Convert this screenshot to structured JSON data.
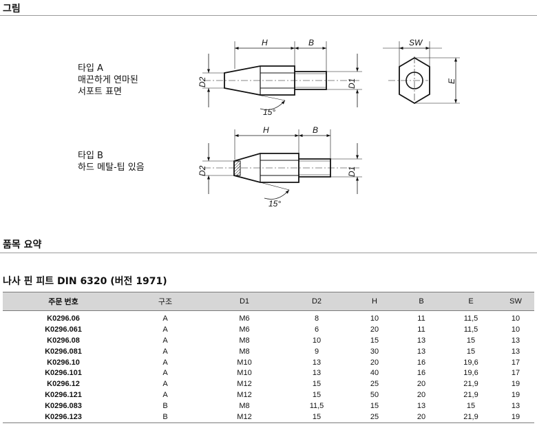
{
  "sections": {
    "drawing_title": "그림",
    "summary_title": "품목 요약"
  },
  "drawing": {
    "type_a_lines": [
      "타입 A",
      "매끈하게 연마된",
      "서포트 표면"
    ],
    "type_b_lines": [
      "타입 B",
      "하드 메탈-팁 있음"
    ],
    "labels": {
      "H": "H",
      "B": "B",
      "D1": "D1",
      "D2": "D2",
      "SW": "SW",
      "E": "E",
      "angle": "15°"
    }
  },
  "table": {
    "title": "나사 핀 피트 DIN 6320 (버전 1971)",
    "headers": [
      "주문 번호",
      "구조",
      "D1",
      "D2",
      "H",
      "B",
      "E",
      "SW"
    ],
    "rows": [
      [
        "K0296.06",
        "A",
        "M6",
        "8",
        "10",
        "11",
        "11,5",
        "10"
      ],
      [
        "K0296.061",
        "A",
        "M6",
        "6",
        "20",
        "11",
        "11,5",
        "10"
      ],
      [
        "K0296.08",
        "A",
        "M8",
        "10",
        "15",
        "13",
        "15",
        "13"
      ],
      [
        "K0296.081",
        "A",
        "M8",
        "9",
        "30",
        "13",
        "15",
        "13"
      ],
      [
        "K0296.10",
        "A",
        "M10",
        "13",
        "20",
        "16",
        "19,6",
        "17"
      ],
      [
        "K0296.101",
        "A",
        "M10",
        "13",
        "40",
        "16",
        "19,6",
        "17"
      ],
      [
        "K0296.12",
        "A",
        "M12",
        "15",
        "25",
        "20",
        "21,9",
        "19"
      ],
      [
        "K0296.121",
        "A",
        "M12",
        "15",
        "50",
        "20",
        "21,9",
        "19"
      ],
      [
        "K0296.083",
        "B",
        "M8",
        "11,5",
        "15",
        "13",
        "15",
        "13"
      ],
      [
        "K0296.123",
        "B",
        "M12",
        "15",
        "25",
        "20",
        "21,9",
        "19"
      ]
    ]
  }
}
